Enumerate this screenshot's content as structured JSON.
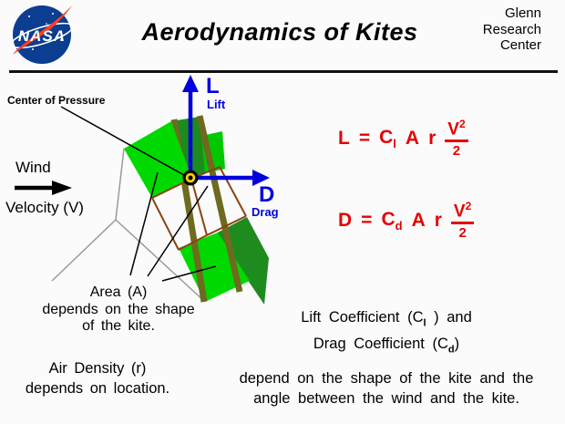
{
  "header": {
    "logo_text": "NASA",
    "title": "Aerodynamics of Kites",
    "org_lines": [
      "Glenn",
      "Research",
      "Center"
    ]
  },
  "labels": {
    "center_of_pressure": "Center of Pressure",
    "wind": "Wind",
    "velocity": "Velocity (V)",
    "lift_symbol": "L",
    "lift": "Lift",
    "drag_symbol": "D",
    "drag": "Drag"
  },
  "equations": {
    "lift": {
      "lhs": "L",
      "equals": "=",
      "coeff": "C",
      "coeff_sub": "l",
      "area": "A",
      "density": "r",
      "velocity": "V",
      "exponent": "2",
      "denominator": "2"
    },
    "drag": {
      "lhs": "D",
      "equals": "=",
      "coeff": "C",
      "coeff_sub": "d",
      "area": "A",
      "density": "r",
      "velocity": "V",
      "exponent": "2",
      "denominator": "2"
    }
  },
  "notes": {
    "area": [
      "Area (A)",
      "depends on the shape",
      "of the kite."
    ],
    "air_density": [
      "Air Density (r)",
      "depends on location."
    ],
    "coefficients": {
      "line1_pre": "Lift Coefficient (C",
      "line1_sub": "l",
      "line1_post": " )  and",
      "line2_pre": "Drag Coefficient (C",
      "line2_sub": "d",
      "line2_post": ")",
      "line3": "depend on the shape of  the kite and the",
      "line4": "angle between the wind and the kite."
    }
  },
  "colors": {
    "nasa_blue": "#0b3d91",
    "nasa_red": "#fc3d21",
    "arrow_blue": "#0000dd",
    "equation_red": "#e60000",
    "kite_green_bright": "#00d900",
    "kite_green_dark": "#1e8b1e",
    "spar_olive": "#6e6a1f",
    "frame_brown": "#8b4211",
    "marker_yellow": "#ffd000",
    "bridle_gray": "#9a9a9a"
  }
}
